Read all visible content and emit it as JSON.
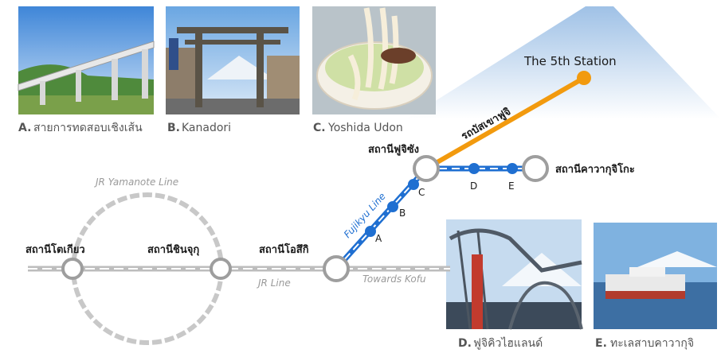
{
  "photos": {
    "a": {
      "letter": "A.",
      "caption": "สายการทดสอบเชิงเส้น",
      "icon": "viaduct-photo"
    },
    "b": {
      "letter": "B.",
      "caption": "Kanadori",
      "icon": "torii-gate-photo"
    },
    "c": {
      "letter": "C.",
      "caption": "Yoshida Udon",
      "icon": "udon-bowl-photo"
    },
    "d": {
      "letter": "D.",
      "caption": "ฟูจิคิวไฮแลนด์",
      "icon": "roller-coaster-photo"
    },
    "e": {
      "letter": "E.",
      "caption": "ทะเลสาบคาวากุจิ",
      "icon": "lake-boat-photo"
    }
  },
  "mountain": {
    "station_label": "The 5th Station",
    "bus_label": "รถบัสเขาฟูจิ"
  },
  "stations": {
    "fujisan": "สถานีฟูจิซัง",
    "kawaguchiko": "สถานีคาวากุจิโกะ",
    "otsuki": "สถานีโอสึกิ",
    "shinjuku": "สถานีชินจุกุ",
    "tokyo": "สถานีโตเกียว"
  },
  "lines": {
    "fujikyu": "Fujikyu Line",
    "jr": "JR Line",
    "yamanote": "JR Yamanote Line",
    "kofu": "Towards Kofu"
  },
  "stop_letters": {
    "a": "A",
    "b": "B",
    "c": "C",
    "d": "D",
    "e": "E"
  },
  "colors": {
    "fujikyu": "#1f6fd1",
    "bus": "#f29a0e",
    "rail": "#bdbdbd",
    "mountain": "#cfe0f2",
    "text": "#1a1a1a",
    "caption": "#555555"
  }
}
